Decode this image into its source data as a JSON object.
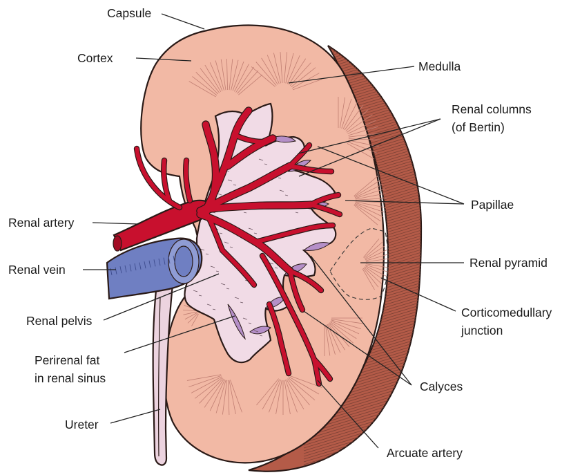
{
  "labels": {
    "capsule": "Capsule",
    "cortex": "Cortex",
    "medulla": "Medulla",
    "renal_columns_line1": "Renal columns",
    "renal_columns_line2": "(of Bertin)",
    "papillae": "Papillae",
    "renal_artery": "Renal artery",
    "renal_vein": "Renal vein",
    "renal_pyramid": "Renal pyramid",
    "renal_pelvis": "Renal pelvis",
    "corticomedullary_line1": "Corticomedullary",
    "corticomedullary_line2": "junction",
    "perirenal_line1": "Perirenal fat",
    "perirenal_line2": "in renal sinus",
    "calyces": "Calyces",
    "ureter": "Ureter",
    "arcuate_artery": "Arcuate artery"
  },
  "colors": {
    "cortex_fill": "#f2b9a5",
    "capsule_rim": "#b45b48",
    "pelvis_fill": "#f1dbe6",
    "calyx_purple": "#b58fc8",
    "artery_red": "#c8102e",
    "vein_blue": "#6f7fc2"
  }
}
